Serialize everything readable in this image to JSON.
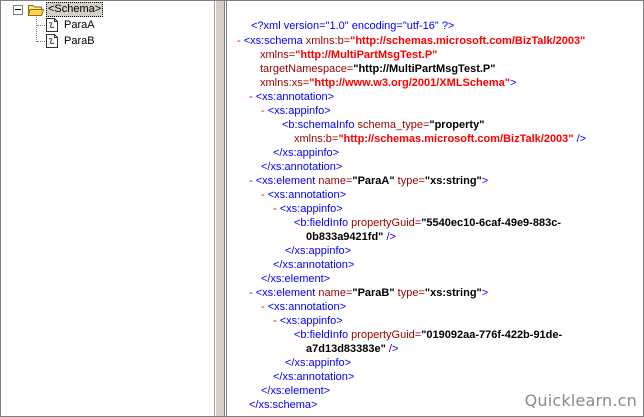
{
  "tree": {
    "root_label": "<Schema>",
    "children": [
      {
        "label": "ParaA"
      },
      {
        "label": "ParaB"
      }
    ]
  },
  "xml": {
    "decl": {
      "open": "<?xml version=\"1.0\" encoding=\"utf-16\" ?>"
    },
    "toggle": "-",
    "schema_open": {
      "tag": "<xs:schema",
      "attr1": "xmlns:b=",
      "val1": "\"http://schemas.microsoft.com/BizTalk/2003\"",
      "attr2": "xmlns=",
      "val2": "\"http://MultiPartMsgTest.P\"",
      "attr3": "targetNamespace=",
      "val3": "\"http://MultiPartMsgTest.P\"",
      "attr4": "xmlns:xs=",
      "val4": "\"http://www.w3.org/2001/XMLSchema\"",
      "close": ">"
    },
    "annotation_open": "<xs:annotation>",
    "appinfo_open": "<xs:appinfo>",
    "schemainfo": {
      "tag": "<b:schemaInfo",
      "attr1": " schema_type=",
      "val1": "\"property\"",
      "attr2": "xmlns:b=",
      "val2": "\"http://schemas.microsoft.com/BizTalk/2003\"",
      "close": " />"
    },
    "appinfo_close": "</xs:appinfo>",
    "annotation_close": "</xs:annotation>",
    "element_a": {
      "tag": "<xs:element",
      "attr1": " name=",
      "val1": "\"ParaA\"",
      "attr2": " type=",
      "val2": "\"xs:string\"",
      "close": ">"
    },
    "fieldinfo_a": {
      "tag": "<b:fieldInfo",
      "attr1": " propertyGuid=",
      "val1a": "\"5540ec10-6caf-49e9-883c-",
      "val1b": "0b833a9421fd\"",
      "close": " />"
    },
    "element_close": "</xs:element>",
    "element_b": {
      "tag": "<xs:element",
      "attr1": " name=",
      "val1": "\"ParaB\"",
      "attr2": " type=",
      "val2": "\"xs:string\"",
      "close": ">"
    },
    "fieldinfo_b": {
      "tag": "<b:fieldInfo",
      "attr1": " propertyGuid=",
      "val1a": "\"019092aa-776f-422b-91de-",
      "val1b": "a7d13d83383e\"",
      "close": " />"
    },
    "schema_close": "</xs:schema>"
  },
  "watermark": "Quicklearn.cn",
  "colors": {
    "tag": "#0000ff",
    "toggle": "#ff0000",
    "attr": "#990000",
    "value": "#000000",
    "ns_value": "#ff0000",
    "splitter": "#d4d0c8"
  }
}
